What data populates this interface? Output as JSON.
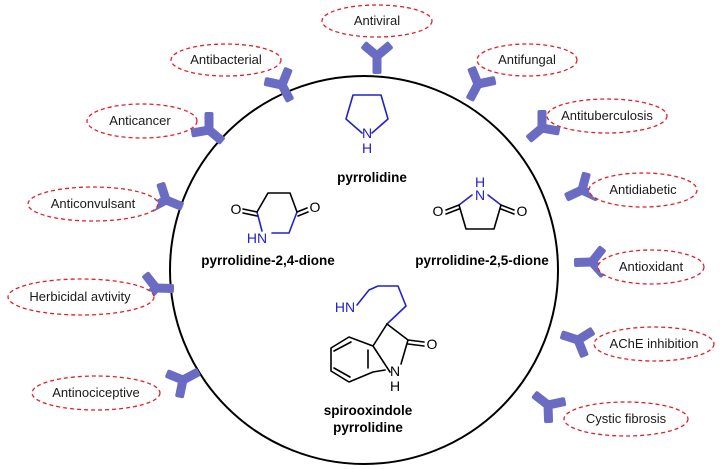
{
  "activities": [
    "Antiviral",
    "Antibacterial",
    "Antifungal",
    "Anticancer",
    "Antituberculosis",
    "Antidiabetic",
    "Anticonvulsant",
    "Antioxidant",
    "Herbicidal avtivity",
    "AChE inhibition",
    "Antinociceptive",
    "Cystic fibrosis"
  ],
  "compounds": {
    "pyrrolidine": {
      "name": "pyrrolidine",
      "atom_n": "N",
      "atom_h": "H"
    },
    "pyrrolidine_24_dione": {
      "name": "pyrrolidine-2,4-dione",
      "atom_o1": "O",
      "atom_o2": "O",
      "atom_hn": "HN"
    },
    "pyrrolidine_25_dione": {
      "name": "pyrrolidine-2,5-dione",
      "atom_o1": "O",
      "atom_o2": "O",
      "atom_h": "H",
      "atom_n": "N"
    },
    "spirooxindole": {
      "name_line1": "spirooxindole",
      "name_line2": "pyrrolidine",
      "atom_hn": "HN",
      "atom_o": "O",
      "atom_n": "N",
      "atom_h": "H"
    }
  },
  "colors": {
    "antibody": "#6a6cc4",
    "ellipse_border": "#e0202a",
    "structure_blue": "#2222cc",
    "circle": "#000000"
  },
  "icons": [
    "antibody-icon"
  ]
}
